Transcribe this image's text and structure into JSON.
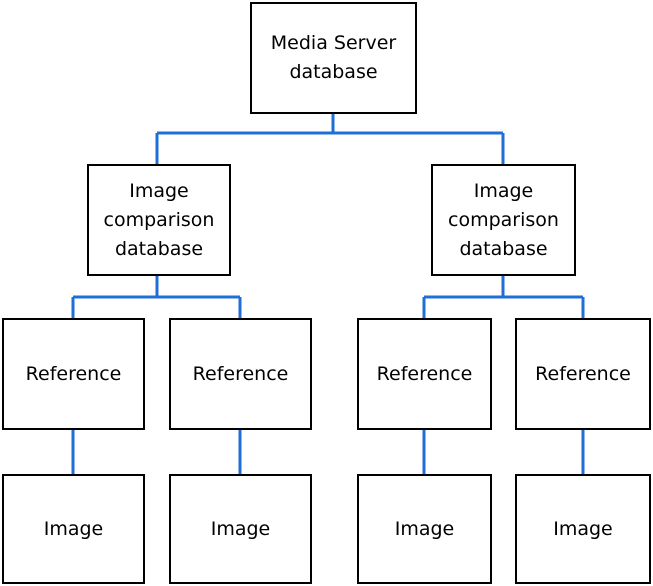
{
  "root": {
    "label": "Media Server\ndatabase"
  },
  "databases": [
    {
      "label": "Image\ncomparison\ndatabase",
      "references": [
        {
          "label": "Reference",
          "image": "Image"
        },
        {
          "label": "Reference",
          "image": "Image"
        }
      ]
    },
    {
      "label": "Image\ncomparison\ndatabase",
      "references": [
        {
          "label": "Reference",
          "image": "Image"
        },
        {
          "label": "Reference",
          "image": "Image"
        }
      ]
    }
  ],
  "colors": {
    "connector": "#1f6fd6",
    "box_border": "#000000"
  }
}
